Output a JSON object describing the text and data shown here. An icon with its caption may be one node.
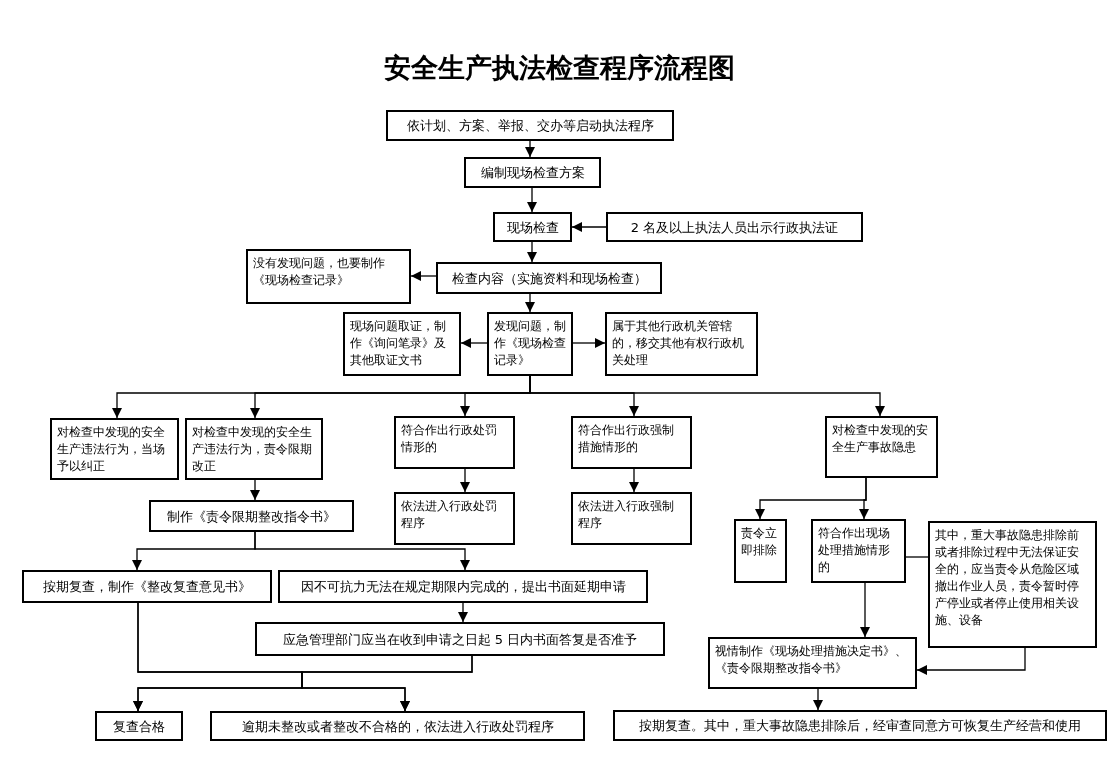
{
  "diagram": {
    "title": "安全生产执法检查程序流程图",
    "nodes": [
      {
        "text": [
          "依计划、方案、举报、交办等启动执法程序"
        ]
      },
      {
        "text": [
          "编制现场检查方案"
        ]
      },
      {
        "text": [
          "现场检查"
        ]
      },
      {
        "text": [
          "2 名及以上执法人员出示行政执法证"
        ]
      },
      {
        "text": [
          "没有发现问题，也要制作《现场检查记录》"
        ]
      },
      {
        "text": [
          "检查内容（实施资料和现场检查）"
        ]
      },
      {
        "text": [
          "现场问题取证，制作《询问笔录》及其他取证文书"
        ]
      },
      {
        "text": [
          "发现问题，制作《现场检查记录》"
        ]
      },
      {
        "text": [
          "属于其他行政机关管辖的，移交其他有权行政机关处理"
        ]
      },
      {
        "text": [
          "对检查中发现的安全生产违法行为，当场予以纠正"
        ]
      },
      {
        "text": [
          "对检查中发现的安全生产违法行为，责令限期改正"
        ]
      },
      {
        "text": [
          "符合作出行政处罚情形的"
        ]
      },
      {
        "text": [
          "符合作出行政强制措施情形的"
        ]
      },
      {
        "text": [
          "对检查中发现的安全生产事故隐患"
        ]
      },
      {
        "text": [
          "制作《责令限期整改指令书》"
        ]
      },
      {
        "text": [
          "依法进入行政处罚程序"
        ]
      },
      {
        "text": [
          "依法进入行政强制程序"
        ]
      },
      {
        "text": [
          "责令立即排除"
        ]
      },
      {
        "text": [
          "符合作出现场处理措施情形的"
        ]
      },
      {
        "text": [
          "其中，重大事故隐患排除前或者排除过程中无法保证安全的，应当责令从危险区域撤出作业人员，责令暂时停产停业或者停止使用相关设施、设备"
        ]
      },
      {
        "text": [
          "按期复查，制作《整改复查意见书》"
        ]
      },
      {
        "text": [
          "因不可抗力无法在规定期限内完成的，提出书面延期申请"
        ]
      },
      {
        "text": [
          "应急管理部门应当在收到申请之日起 5 日内书面答复是否准予"
        ]
      },
      {
        "text": [
          "视情制作《现场处理措施决定书》、《责令限期整改指令书》"
        ]
      },
      {
        "text": [
          "复查合格"
        ]
      },
      {
        "text": [
          "逾期未整改或者整改不合格的，依法进入行政处罚程序"
        ]
      },
      {
        "text": [
          "按期复查。其中，重大事故隐患排除后，经审查同意方可恢复生产经营和使用"
        ]
      }
    ],
    "edges": [
      {
        "from": 0,
        "to": 1,
        "arrow": "to"
      },
      {
        "from": 1,
        "to": 2,
        "arrow": "to"
      },
      {
        "from": 3,
        "to": 2,
        "arrow": "to"
      },
      {
        "from": 2,
        "to": 5,
        "arrow": "to"
      },
      {
        "from": 5,
        "to": 4,
        "arrow": "to"
      },
      {
        "from": 5,
        "to": 7,
        "arrow": "to"
      },
      {
        "from": 7,
        "to": 6,
        "arrow": "to"
      },
      {
        "from": 7,
        "to": 8,
        "arrow": "to"
      },
      {
        "from": 7,
        "to": 9,
        "arrow": "to"
      },
      {
        "from": 7,
        "to": 10,
        "arrow": "to"
      },
      {
        "from": 7,
        "to": 11,
        "arrow": "to"
      },
      {
        "from": 7,
        "to": 12,
        "arrow": "to"
      },
      {
        "from": 7,
        "to": 13,
        "arrow": "to"
      },
      {
        "from": 10,
        "to": 14,
        "arrow": "to"
      },
      {
        "from": 11,
        "to": 15,
        "arrow": "to"
      },
      {
        "from": 12,
        "to": 16,
        "arrow": "to"
      },
      {
        "from": 13,
        "to": 17,
        "arrow": "to"
      },
      {
        "from": 13,
        "to": 18,
        "arrow": "to"
      },
      {
        "from": 18,
        "to": 19,
        "arrow": "none"
      },
      {
        "from": 18,
        "to": 23,
        "arrow": "to"
      },
      {
        "from": 19,
        "to": 23,
        "arrow": "to"
      },
      {
        "from": 23,
        "to": 26,
        "arrow": "to"
      },
      {
        "from": 14,
        "to": 20,
        "arrow": "to"
      },
      {
        "from": 14,
        "to": 21,
        "arrow": "to"
      },
      {
        "from": 21,
        "to": 22,
        "arrow": "to"
      },
      {
        "from": 20,
        "to": 24,
        "arrow": "to"
      },
      {
        "from": 20,
        "to": 25,
        "arrow": "to"
      },
      {
        "from": 22,
        "to": 24,
        "arrow": "to"
      },
      {
        "from": 22,
        "to": 25,
        "arrow": "to"
      }
    ]
  }
}
